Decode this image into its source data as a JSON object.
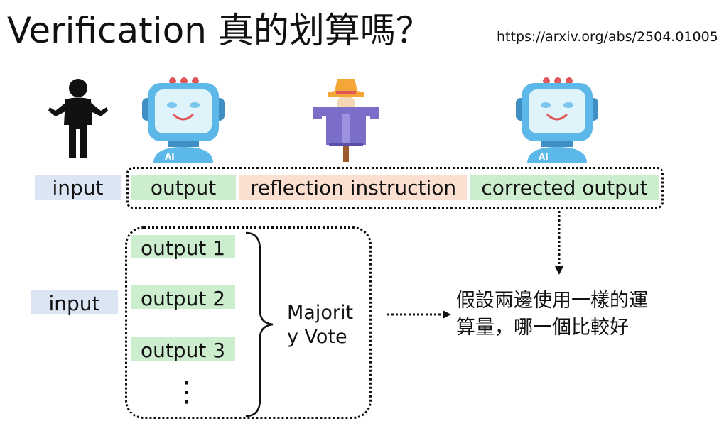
{
  "title": "Verification 真的划算嗎？",
  "url": "https://arxiv.org/abs/2504.01005",
  "row1": {
    "input": "input",
    "output": "output",
    "reflection": "reflection instruction",
    "corrected": "corrected output"
  },
  "row2": {
    "input": "input",
    "outputs": [
      "output 1",
      "output 2",
      "output 3"
    ],
    "ellipsis": "⋮",
    "vote_line1": "Majorit",
    "vote_line2": "y Vote"
  },
  "question": {
    "line1": "假設兩邊使用一樣的運",
    "line2": "算量，哪一個比較好"
  },
  "robot_badge": "AI",
  "colors": {
    "input_bg": "#dce5f4",
    "output_bg": "#cdedcf",
    "reflection_bg": "#fbe0d2",
    "robot_body": "#5bb8e8",
    "robot_face": "#dff3fb",
    "robot_buttons": "#e0575a"
  },
  "icons": [
    "person-shrugging-icon",
    "robot-ai-icon",
    "scarecrow-icon",
    "robot-ai-icon"
  ]
}
